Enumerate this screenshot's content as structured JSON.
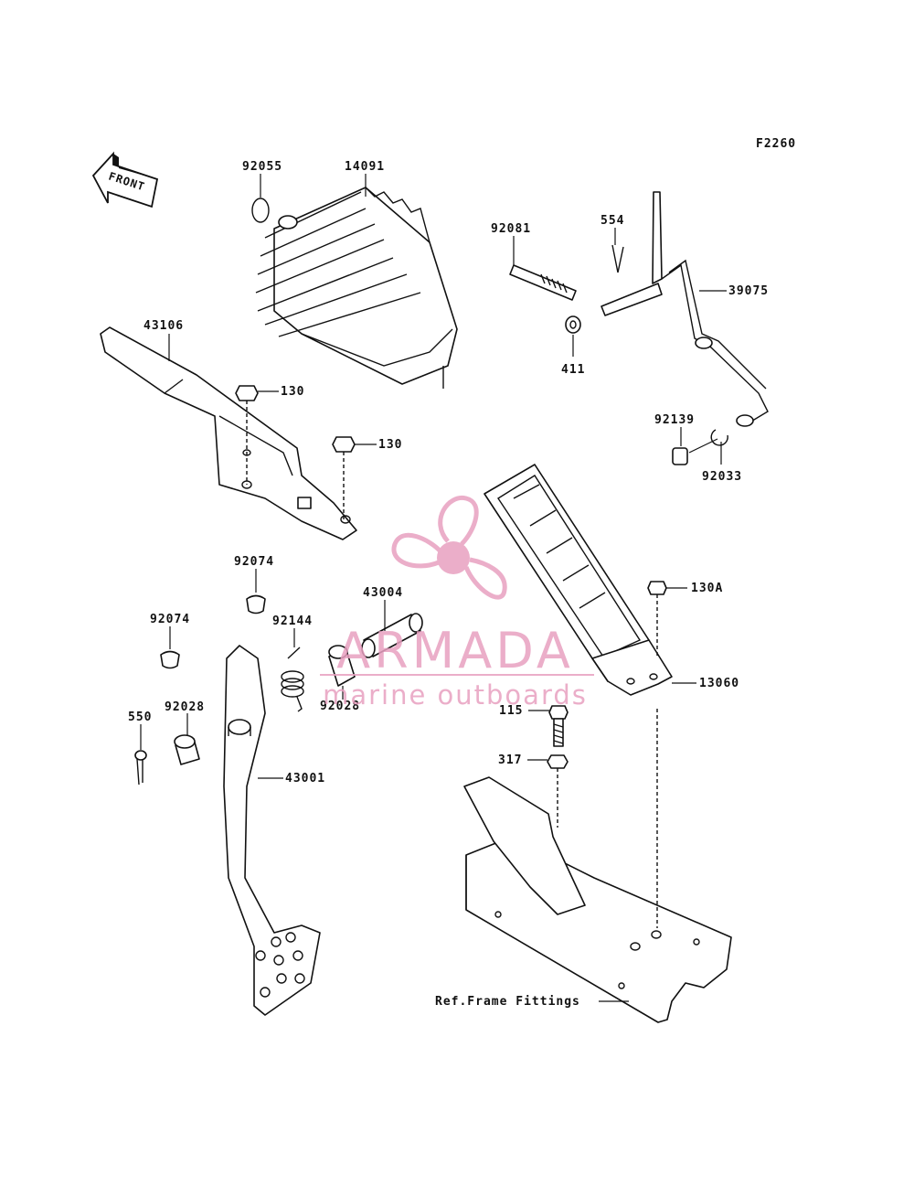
{
  "figure_code": "F2260",
  "front_arrow_label": "FRONT",
  "labels": {
    "p92055": "92055",
    "p14091": "14091",
    "p92081": "92081",
    "p554": "554",
    "p39075": "39075",
    "p411": "411",
    "p43106": "43106",
    "p130a": "130",
    "p130b": "130",
    "p92139": "92139",
    "p92033": "92033",
    "p92074a": "92074",
    "p92074b": "92074",
    "p43004": "43004",
    "p92144": "92144",
    "p130A": "130A",
    "p13060": "13060",
    "p92028a": "92028",
    "p92028b": "92028",
    "p550": "550",
    "p115": "115",
    "p317": "317",
    "p43001": "43001",
    "ref_frame": "Ref.Frame Fittings"
  },
  "watermark": {
    "brand": "ARMADA",
    "tagline": "marine outboards",
    "color": "#e8a0c0"
  }
}
